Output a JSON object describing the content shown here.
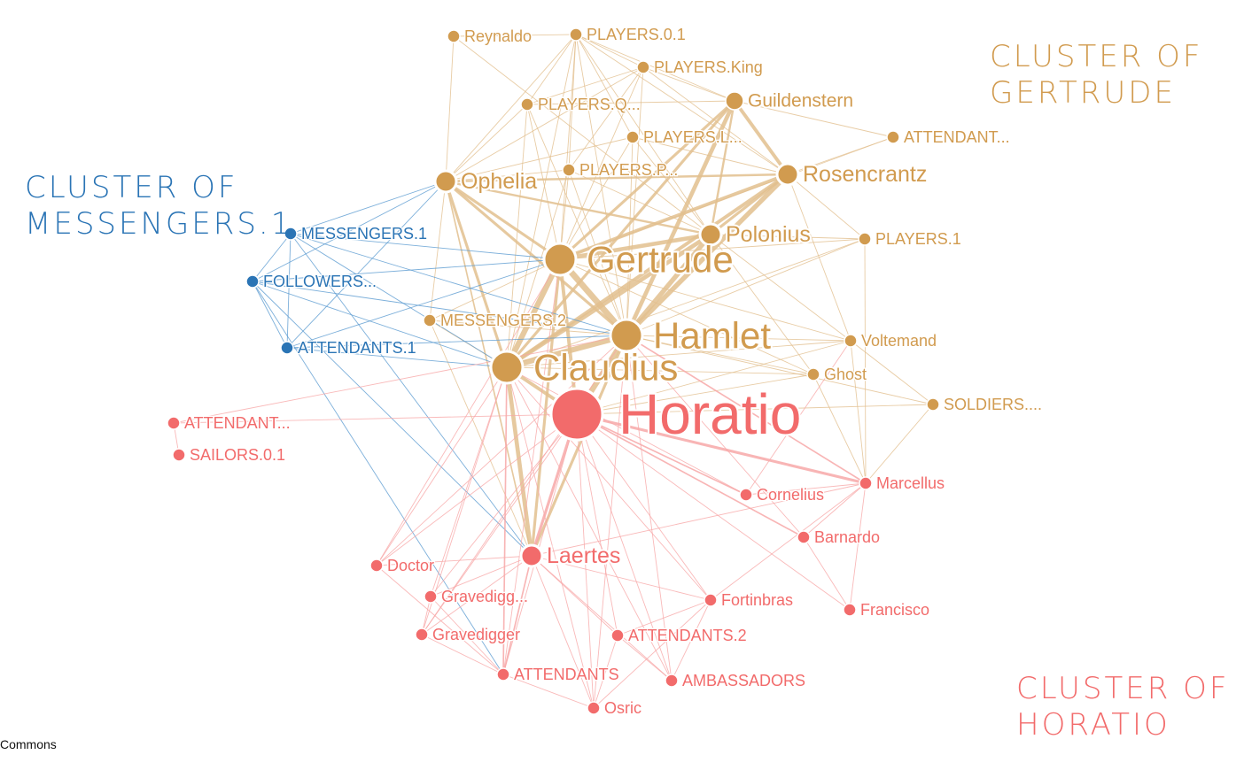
{
  "clusters": {
    "gertrude": {
      "title": "CLUSTER OF\nGERTRUDE",
      "color": "#d19b4f"
    },
    "messengers": {
      "title": "CLUSTER OF\nMESSENGERS.1",
      "color": "#2a74b5"
    },
    "horatio": {
      "title": "CLUSTER OF\nHORATIO",
      "color": "#f26b6b"
    }
  },
  "credit": "Commons",
  "nodes": [
    {
      "id": "Reynaldo",
      "label": "Reynaldo",
      "group": "gertrude",
      "size": "s"
    },
    {
      "id": "PLAYERS.0.1",
      "label": "PLAYERS.0.1",
      "group": "gertrude",
      "size": "s"
    },
    {
      "id": "PLAYERS.King",
      "label": "PLAYERS.King",
      "group": "gertrude",
      "size": "s"
    },
    {
      "id": "Guildenstern",
      "label": "Guildenstern",
      "group": "gertrude",
      "size": "m"
    },
    {
      "id": "PLAYERS.Q",
      "label": "PLAYERS.Q...",
      "group": "gertrude",
      "size": "s"
    },
    {
      "id": "PLAYERS.L",
      "label": "PLAYERS.L...",
      "group": "gertrude",
      "size": "s"
    },
    {
      "id": "ATTENDANT.G",
      "label": "ATTENDANT...",
      "group": "gertrude",
      "size": "s"
    },
    {
      "id": "PLAYERS.P",
      "label": "PLAYERS.P...",
      "group": "gertrude",
      "size": "s"
    },
    {
      "id": "Ophelia",
      "label": "Ophelia",
      "group": "gertrude",
      "size": "l"
    },
    {
      "id": "Rosencrantz",
      "label": "Rosencrantz",
      "group": "gertrude",
      "size": "l"
    },
    {
      "id": "Polonius",
      "label": "Polonius",
      "group": "gertrude",
      "size": "l"
    },
    {
      "id": "PLAYERS.1",
      "label": "PLAYERS.1",
      "group": "gertrude",
      "size": "s"
    },
    {
      "id": "Gertrude",
      "label": "Gertrude",
      "group": "gertrude",
      "size": "xl"
    },
    {
      "id": "MESSENGERS.2",
      "label": "MESSENGERS.2",
      "group": "gertrude",
      "size": "s"
    },
    {
      "id": "Hamlet",
      "label": "Hamlet",
      "group": "gertrude",
      "size": "xl"
    },
    {
      "id": "Voltemand",
      "label": "Voltemand",
      "group": "gertrude",
      "size": "s"
    },
    {
      "id": "Claudius",
      "label": "Claudius",
      "group": "gertrude",
      "size": "xl"
    },
    {
      "id": "Ghost",
      "label": "Ghost",
      "group": "gertrude",
      "size": "s"
    },
    {
      "id": "SOLDIERS",
      "label": "SOLDIERS....",
      "group": "gertrude",
      "size": "s"
    },
    {
      "id": "MESSENGERS.1",
      "label": "MESSENGERS.1",
      "group": "messengers",
      "size": "s"
    },
    {
      "id": "FOLLOWERS",
      "label": "FOLLOWERS...",
      "group": "messengers",
      "size": "s"
    },
    {
      "id": "ATTENDANTS.1",
      "label": "ATTENDANTS.1",
      "group": "messengers",
      "size": "s"
    },
    {
      "id": "Horatio",
      "label": "Horatio",
      "group": "horatio",
      "size": "xxl"
    },
    {
      "id": "ATTENDANT.H",
      "label": "ATTENDANT...",
      "group": "horatio",
      "size": "s"
    },
    {
      "id": "SAILORS.0.1",
      "label": "SAILORS.0.1",
      "group": "horatio",
      "size": "s"
    },
    {
      "id": "Cornelius",
      "label": "Cornelius",
      "group": "horatio",
      "size": "s"
    },
    {
      "id": "Marcellus",
      "label": "Marcellus",
      "group": "horatio",
      "size": "s"
    },
    {
      "id": "Barnardo",
      "label": "Barnardo",
      "group": "horatio",
      "size": "s"
    },
    {
      "id": "Laertes",
      "label": "Laertes",
      "group": "horatio",
      "size": "l"
    },
    {
      "id": "Doctor",
      "label": "Doctor",
      "group": "horatio",
      "size": "s"
    },
    {
      "id": "Gravedigg",
      "label": "Gravedigg...",
      "group": "horatio",
      "size": "s"
    },
    {
      "id": "Fortinbras",
      "label": "Fortinbras",
      "group": "horatio",
      "size": "s"
    },
    {
      "id": "Francisco",
      "label": "Francisco",
      "group": "horatio",
      "size": "s"
    },
    {
      "id": "Gravedigger",
      "label": "Gravedigger",
      "group": "horatio",
      "size": "s"
    },
    {
      "id": "ATTENDANTS.2",
      "label": "ATTENDANTS.2",
      "group": "horatio",
      "size": "s"
    },
    {
      "id": "ATTENDANTS",
      "label": "ATTENDANTS",
      "group": "horatio",
      "size": "s"
    },
    {
      "id": "AMBASSADORS",
      "label": "AMBASSADORS",
      "group": "horatio",
      "size": "s"
    },
    {
      "id": "Osric",
      "label": "Osric",
      "group": "horatio",
      "size": "s"
    }
  ],
  "edges": [
    [
      "Hamlet",
      "Gertrude",
      9
    ],
    [
      "Hamlet",
      "Claudius",
      8
    ],
    [
      "Hamlet",
      "Horatio",
      8
    ],
    [
      "Hamlet",
      "Polonius",
      7
    ],
    [
      "Hamlet",
      "Rosencrantz",
      7
    ],
    [
      "Hamlet",
      "Guildenstern",
      6
    ],
    [
      "Hamlet",
      "Ophelia",
      4
    ],
    [
      "Hamlet",
      "Laertes",
      4
    ],
    [
      "Gertrude",
      "Claudius",
      8
    ],
    [
      "Gertrude",
      "Polonius",
      6
    ],
    [
      "Gertrude",
      "Ophelia",
      4
    ],
    [
      "Gertrude",
      "Rosencrantz",
      5
    ],
    [
      "Gertrude",
      "Guildenstern",
      4
    ],
    [
      "Gertrude",
      "Horatio",
      5
    ],
    [
      "Gertrude",
      "Laertes",
      4
    ],
    [
      "Claudius",
      "Polonius",
      6
    ],
    [
      "Claudius",
      "Laertes",
      6
    ],
    [
      "Claudius",
      "Rosencrantz",
      5
    ],
    [
      "Claudius",
      "Guildenstern",
      4
    ],
    [
      "Claudius",
      "Ophelia",
      4
    ],
    [
      "Claudius",
      "Horatio",
      5
    ],
    [
      "Horatio",
      "Laertes",
      4
    ],
    [
      "Horatio",
      "Marcellus",
      4
    ],
    [
      "Horatio",
      "Barnardo",
      2
    ],
    [
      "Horatio",
      "Cornelius",
      2
    ],
    [
      "Rosencrantz",
      "Guildenstern",
      5
    ],
    [
      "Rosencrantz",
      "Polonius",
      4
    ],
    [
      "Rosencrantz",
      "Ophelia",
      3
    ],
    [
      "Guildenstern",
      "Polonius",
      3
    ],
    [
      "Ophelia",
      "Polonius",
      3
    ],
    [
      "Ophelia",
      "Laertes",
      2
    ],
    [
      "Polonius",
      "Reynaldo",
      1
    ],
    [
      "Polonius",
      "Voltemand",
      1
    ],
    [
      "Polonius",
      "PLAYERS.1",
      1
    ],
    [
      "PLAYERS.0.1",
      "PLAYERS.King",
      1
    ],
    [
      "PLAYERS.0.1",
      "PLAYERS.Q",
      1
    ],
    [
      "PLAYERS.0.1",
      "PLAYERS.L",
      1
    ],
    [
      "PLAYERS.0.1",
      "PLAYERS.P",
      1
    ],
    [
      "PLAYERS.0.1",
      "Guildenstern",
      1
    ],
    [
      "PLAYERS.0.1",
      "Rosencrantz",
      1
    ],
    [
      "PLAYERS.0.1",
      "Ophelia",
      1
    ],
    [
      "PLAYERS.0.1",
      "Hamlet",
      1
    ],
    [
      "PLAYERS.0.1",
      "Gertrude",
      1
    ],
    [
      "PLAYERS.0.1",
      "Claudius",
      1
    ],
    [
      "PLAYERS.0.1",
      "Polonius",
      1
    ],
    [
      "PLAYERS.King",
      "Guildenstern",
      1
    ],
    [
      "PLAYERS.King",
      "Hamlet",
      1
    ],
    [
      "PLAYERS.King",
      "Gertrude",
      1
    ],
    [
      "PLAYERS.King",
      "Ophelia",
      1
    ],
    [
      "PLAYERS.King",
      "Rosencrantz",
      1
    ],
    [
      "PLAYERS.King",
      "PLAYERS.Q",
      1
    ],
    [
      "PLAYERS.King",
      "PLAYERS.P",
      1
    ],
    [
      "PLAYERS.Q",
      "Hamlet",
      1
    ],
    [
      "PLAYERS.Q",
      "Ophelia",
      1
    ],
    [
      "PLAYERS.Q",
      "Gertrude",
      1
    ],
    [
      "PLAYERS.Q",
      "Claudius",
      1
    ],
    [
      "PLAYERS.Q",
      "Guildenstern",
      1
    ],
    [
      "PLAYERS.L",
      "Hamlet",
      1
    ],
    [
      "PLAYERS.L",
      "Ophelia",
      1
    ],
    [
      "PLAYERS.L",
      "Gertrude",
      1
    ],
    [
      "PLAYERS.L",
      "Rosencrantz",
      1
    ],
    [
      "PLAYERS.L",
      "Polonius",
      1
    ],
    [
      "PLAYERS.P",
      "Hamlet",
      1
    ],
    [
      "PLAYERS.P",
      "Ophelia",
      1
    ],
    [
      "PLAYERS.P",
      "Gertrude",
      1
    ],
    [
      "PLAYERS.P",
      "Claudius",
      1
    ],
    [
      "PLAYERS.P",
      "Polonius",
      1
    ],
    [
      "Reynaldo",
      "Ophelia",
      1
    ],
    [
      "Reynaldo",
      "PLAYERS.0.1",
      1
    ],
    [
      "ATTENDANT.G",
      "Guildenstern",
      1
    ],
    [
      "ATTENDANT.G",
      "Rosencrantz",
      1
    ],
    [
      "ATTENDANT.G",
      "Gertrude",
      1
    ],
    [
      "PLAYERS.1",
      "Rosencrantz",
      1
    ],
    [
      "PLAYERS.1",
      "Hamlet",
      1
    ],
    [
      "PLAYERS.1",
      "Gertrude",
      1
    ],
    [
      "PLAYERS.1",
      "Marcellus",
      1
    ],
    [
      "PLAYERS.1",
      "Claudius",
      1
    ],
    [
      "Voltemand",
      "Hamlet",
      1
    ],
    [
      "Voltemand",
      "Claudius",
      1
    ],
    [
      "Voltemand",
      "Gertrude",
      1
    ],
    [
      "Voltemand",
      "Rosencrantz",
      1
    ],
    [
      "Voltemand",
      "Marcellus",
      1
    ],
    [
      "Voltemand",
      "SOLDIERS",
      1
    ],
    [
      "Voltemand",
      "Horatio",
      1
    ],
    [
      "Ghost",
      "Hamlet",
      1
    ],
    [
      "Ghost",
      "Horatio",
      1
    ],
    [
      "Ghost",
      "Gertrude",
      1
    ],
    [
      "Ghost",
      "Marcellus",
      1
    ],
    [
      "Ghost",
      "Polonius",
      1
    ],
    [
      "Ghost",
      "Claudius",
      1
    ],
    [
      "SOLDIERS",
      "Marcellus",
      1
    ],
    [
      "SOLDIERS",
      "Horatio",
      1
    ],
    [
      "SOLDIERS",
      "Hamlet",
      1
    ],
    [
      "MESSENGERS.2",
      "Claudius",
      1
    ],
    [
      "MESSENGERS.2",
      "Gertrude",
      1
    ],
    [
      "MESSENGERS.2",
      "Hamlet",
      1
    ],
    [
      "MESSENGERS.2",
      "Laertes",
      1
    ],
    [
      "MESSENGERS.2",
      "Ophelia",
      1
    ],
    [
      "MESSENGERS.1",
      "FOLLOWERS",
      1
    ],
    [
      "MESSENGERS.1",
      "ATTENDANTS.1",
      1
    ],
    [
      "MESSENGERS.1",
      "Claudius",
      1
    ],
    [
      "MESSENGERS.1",
      "Gertrude",
      1
    ],
    [
      "MESSENGERS.1",
      "Ophelia",
      1
    ],
    [
      "MESSENGERS.1",
      "Hamlet",
      1
    ],
    [
      "MESSENGERS.1",
      "Laertes",
      1
    ],
    [
      "FOLLOWERS",
      "ATTENDANTS.1",
      1
    ],
    [
      "FOLLOWERS",
      "Claudius",
      1
    ],
    [
      "FOLLOWERS",
      "Gertrude",
      1
    ],
    [
      "FOLLOWERS",
      "Hamlet",
      1
    ],
    [
      "FOLLOWERS",
      "Laertes",
      1
    ],
    [
      "FOLLOWERS",
      "ATTENDANTS",
      1
    ],
    [
      "FOLLOWERS",
      "Ophelia",
      1
    ],
    [
      "ATTENDANTS.1",
      "Claudius",
      1
    ],
    [
      "ATTENDANTS.1",
      "Gertrude",
      1
    ],
    [
      "ATTENDANTS.1",
      "Hamlet",
      1
    ],
    [
      "ATTENDANTS.1",
      "Ophelia",
      1
    ],
    [
      "ATTENDANT.H",
      "SAILORS.0.1",
      1
    ],
    [
      "ATTENDANT.H",
      "Horatio",
      1
    ],
    [
      "ATTENDANT.H",
      "Hamlet",
      1
    ],
    [
      "Laertes",
      "Doctor",
      1
    ],
    [
      "Laertes",
      "Gravedigg",
      1
    ],
    [
      "Laertes",
      "Gravedigger",
      1
    ],
    [
      "Laertes",
      "ATTENDANTS",
      2
    ],
    [
      "Laertes",
      "Osric",
      1
    ],
    [
      "Laertes",
      "AMBASSADORS",
      1
    ],
    [
      "Laertes",
      "ATTENDANTS.2",
      1
    ],
    [
      "Laertes",
      "Fortinbras",
      1
    ],
    [
      "Laertes",
      "Marcellus",
      1
    ],
    [
      "Horatio",
      "Doctor",
      1
    ],
    [
      "Horatio",
      "Gravedigg",
      1
    ],
    [
      "Horatio",
      "Gravedigger",
      1
    ],
    [
      "Horatio",
      "ATTENDANTS",
      1
    ],
    [
      "Horatio",
      "ATTENDANTS.2",
      1
    ],
    [
      "Horatio",
      "Fortinbras",
      1
    ],
    [
      "Horatio",
      "AMBASSADORS",
      1
    ],
    [
      "Horatio",
      "Osric",
      1
    ],
    [
      "Horatio",
      "Francisco",
      1
    ],
    [
      "Marcellus",
      "Barnardo",
      1
    ],
    [
      "Marcellus",
      "Cornelius",
      1
    ],
    [
      "Marcellus",
      "Francisco",
      1
    ],
    [
      "Marcellus",
      "Hamlet",
      2
    ],
    [
      "Barnardo",
      "Francisco",
      1
    ],
    [
      "Barnardo",
      "Hamlet",
      1
    ],
    [
      "Cornelius",
      "Claudius",
      1
    ],
    [
      "Cornelius",
      "Voltemand",
      1
    ],
    [
      "Fortinbras",
      "ATTENDANTS.2",
      1
    ],
    [
      "Fortinbras",
      "AMBASSADORS",
      1
    ],
    [
      "Fortinbras",
      "Osric",
      1
    ],
    [
      "Fortinbras",
      "Claudius",
      1
    ],
    [
      "Fortinbras",
      "Marcellus",
      1
    ],
    [
      "ATTENDANTS.2",
      "AMBASSADORS",
      1
    ],
    [
      "ATTENDANTS.2",
      "Osric",
      1
    ],
    [
      "ATTENDANTS",
      "Osric",
      1
    ],
    [
      "ATTENDANTS",
      "Gravedigger",
      1
    ],
    [
      "ATTENDANTS",
      "Claudius",
      2
    ],
    [
      "ATTENDANTS",
      "Doctor",
      1
    ],
    [
      "ATTENDANTS",
      "Gravedigg",
      1
    ],
    [
      "ATTENDANTS",
      "Gertrude",
      1
    ],
    [
      "Gravedigg",
      "Gravedigger",
      1
    ],
    [
      "Gravedigger",
      "Claudius",
      1
    ],
    [
      "Gravedigg",
      "Claudius",
      1
    ],
    [
      "Gravedigger",
      "Hamlet",
      1
    ],
    [
      "Doctor",
      "Claudius",
      1
    ],
    [
      "Doctor",
      "Gertrude",
      1
    ],
    [
      "Doctor",
      "Hamlet",
      1
    ],
    [
      "Osric",
      "Claudius",
      1
    ],
    [
      "Osric",
      "Hamlet",
      1
    ],
    [
      "AMBASSADORS",
      "Hamlet",
      1
    ],
    [
      "AMBASSADORS",
      "Claudius",
      1
    ]
  ]
}
